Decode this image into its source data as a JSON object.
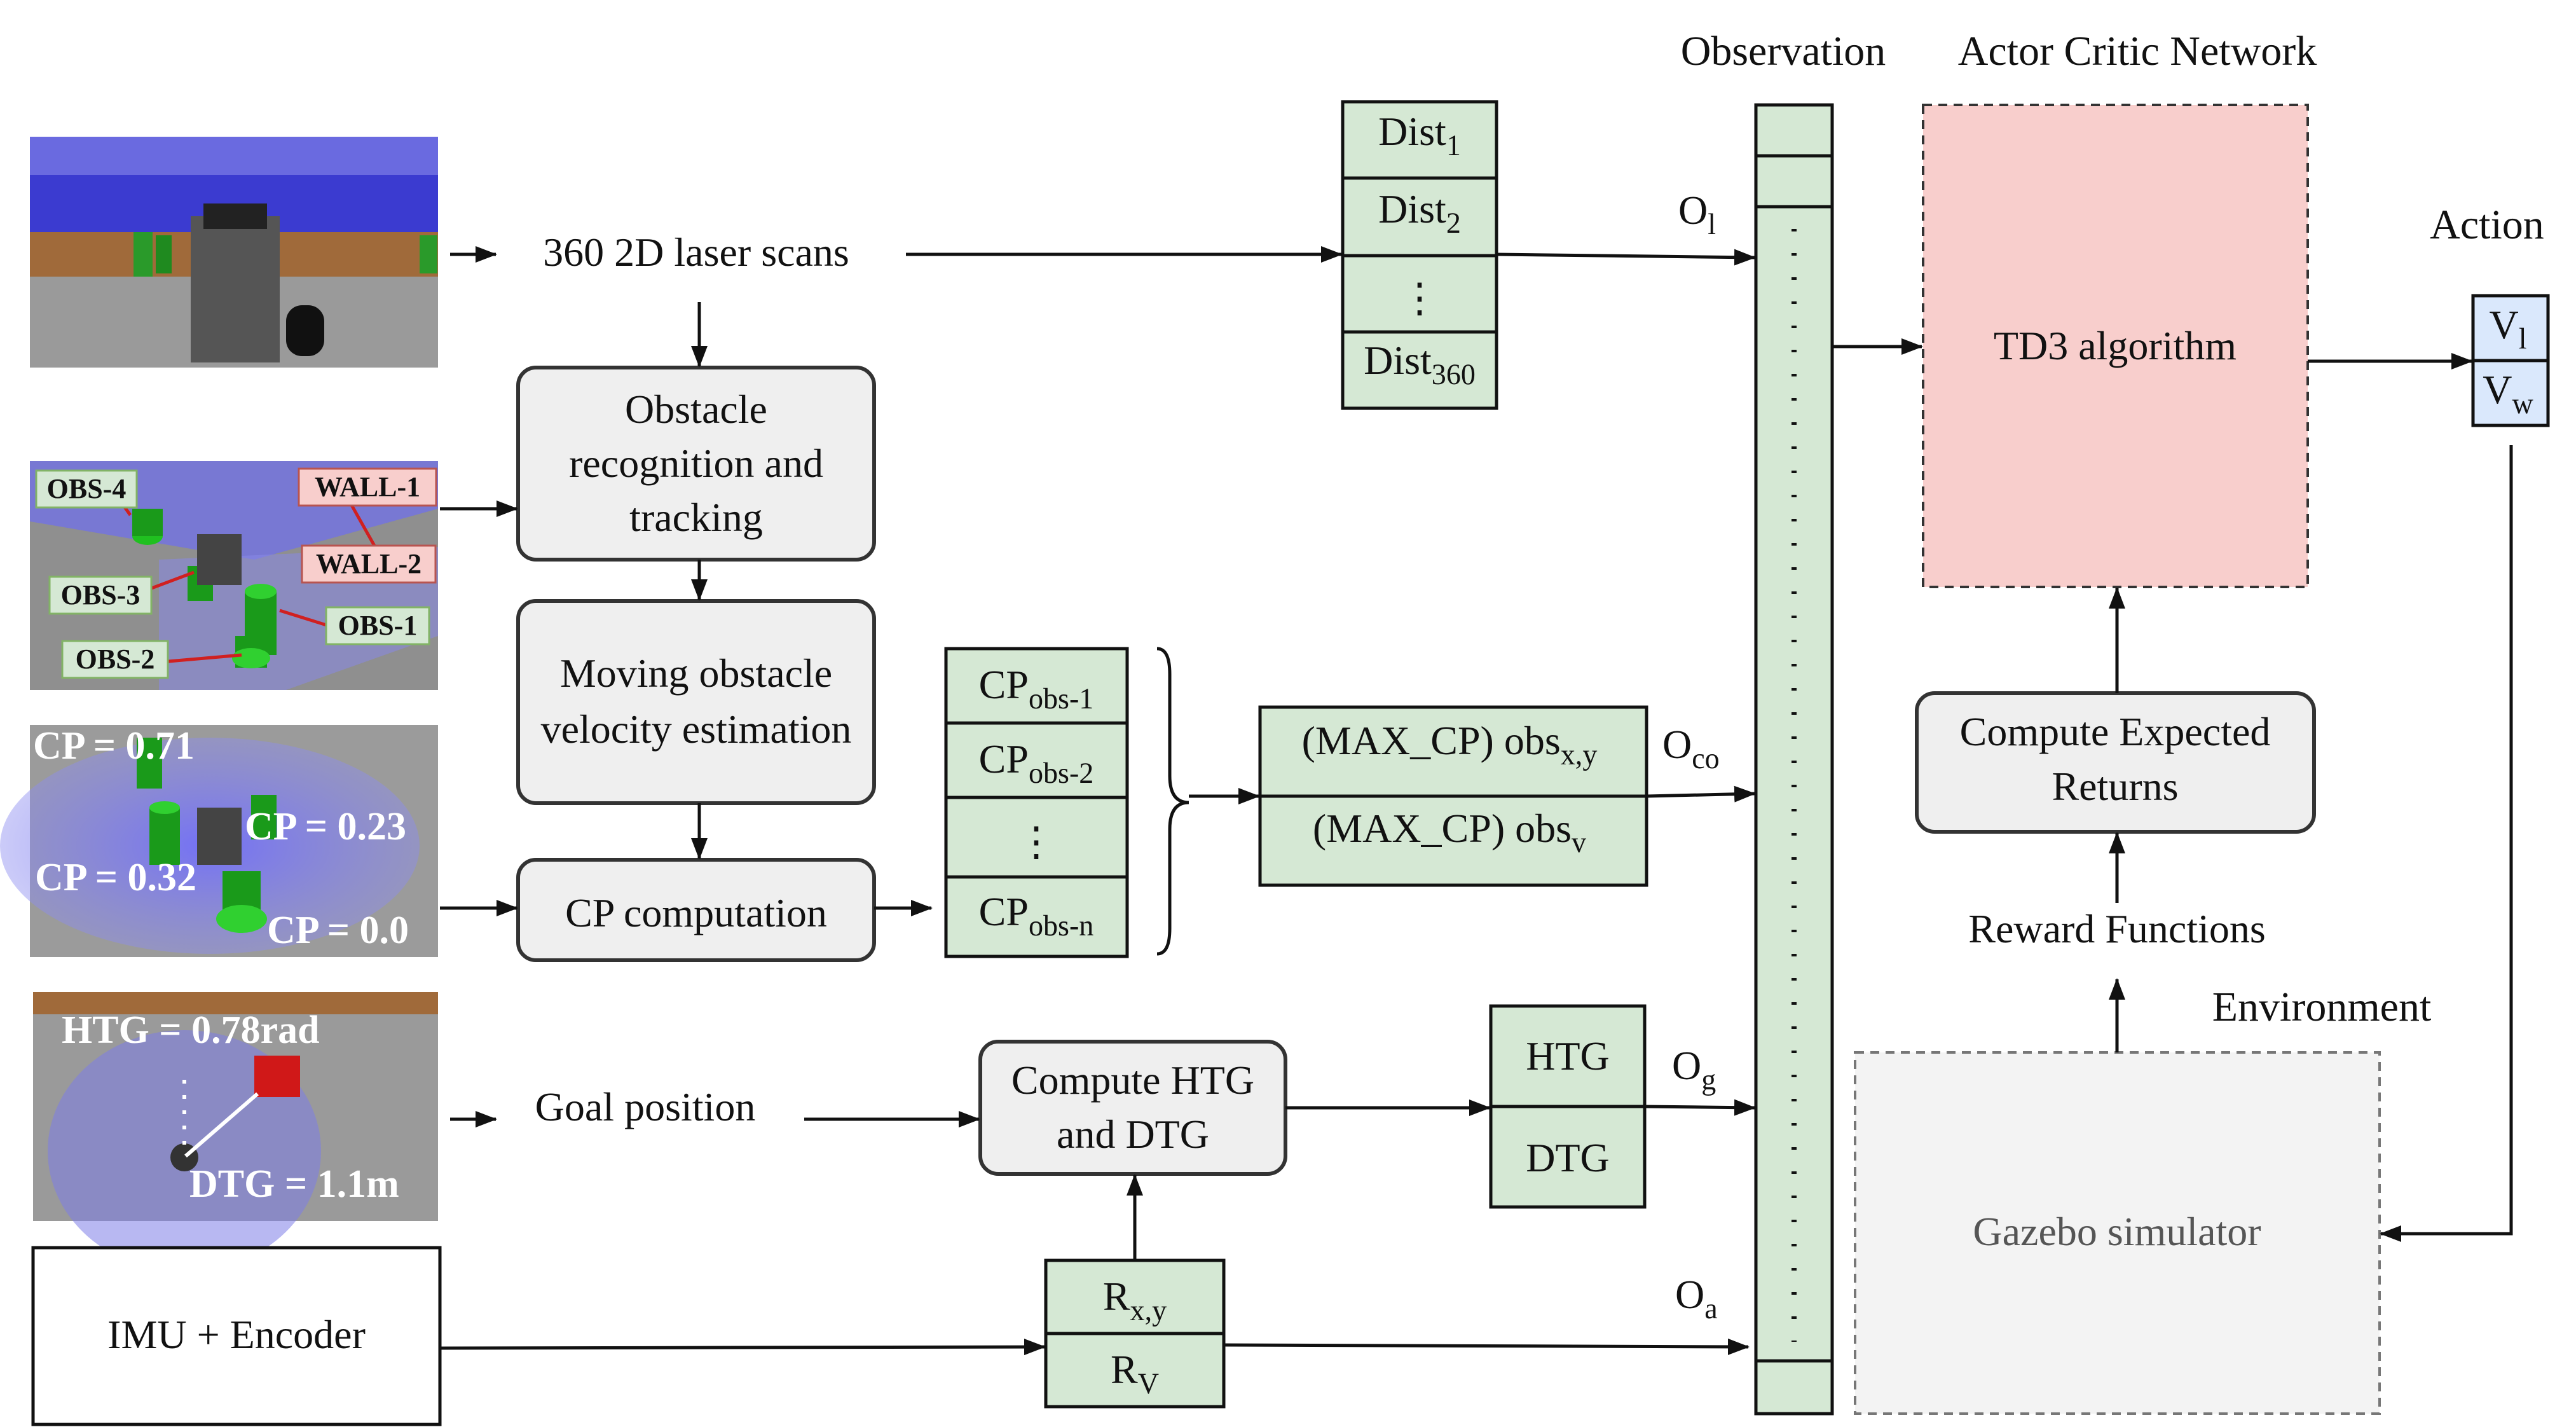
{
  "headers": {
    "observation": "Observation",
    "actor_critic": "Actor Critic Network",
    "action": "Action",
    "environment": "Environment"
  },
  "inputs": {
    "laser": "360 2D laser scans",
    "goal": "Goal position",
    "imu": "IMU + Encoder"
  },
  "process": {
    "obstacle_line1": "Obstacle",
    "obstacle_line2": "recognition and",
    "obstacle_line3": "tracking",
    "velocity_line1": "Moving obstacle",
    "velocity_line2": "velocity estimation",
    "cp": "CP computation",
    "htg_line1": "Compute HTG",
    "htg_line2": "and DTG",
    "returns_line1": "Compute Expected",
    "returns_line2": "Returns",
    "reward": "Reward Functions",
    "td3": "TD3 algorithm",
    "gazebo": "Gazebo simulator"
  },
  "dist": {
    "base": "Dist",
    "s1": "1",
    "s2": "2",
    "s360": "360",
    "dots": "⋮"
  },
  "cp_list": {
    "base": "CP",
    "s1": "obs-1",
    "s2": "obs-2",
    "sn": "obs-n",
    "dots": "⋮"
  },
  "maxcp": {
    "row1": "(MAX_CP) obs",
    "row1_sub": "x,y",
    "row2": "(MAX_CP) obs",
    "row2_sub": "v"
  },
  "goal_box": {
    "htg": "HTG",
    "dtg": "DTG"
  },
  "robot_box": {
    "r": "R",
    "rxy_sub": "x,y",
    "rv_sub": "V"
  },
  "obs_labels": {
    "o": "O",
    "l": "l",
    "co": "co",
    "g": "g",
    "a": "a"
  },
  "action_box": {
    "v": "V",
    "vl_sub": "l",
    "vw_sub": "w"
  },
  "scene_labels": {
    "obs4": "OBS-4",
    "obs3": "OBS-3",
    "obs2": "OBS-2",
    "obs1": "OBS-1",
    "wall1": "WALL-1",
    "wall2": "WALL-2",
    "cp1": "CP = 0.71",
    "cp2": "CP = 0.23",
    "cp3": "CP = 0.32",
    "cp4": "CP = 0.0",
    "htg": "HTG = 0.78rad",
    "dtg": "DTG = 1.1m"
  },
  "colors": {
    "green_fill": "#d5e8d4",
    "gray_fill": "#efefef",
    "pink_fill": "#f8cecc",
    "blue_fill": "#dae8fc"
  }
}
